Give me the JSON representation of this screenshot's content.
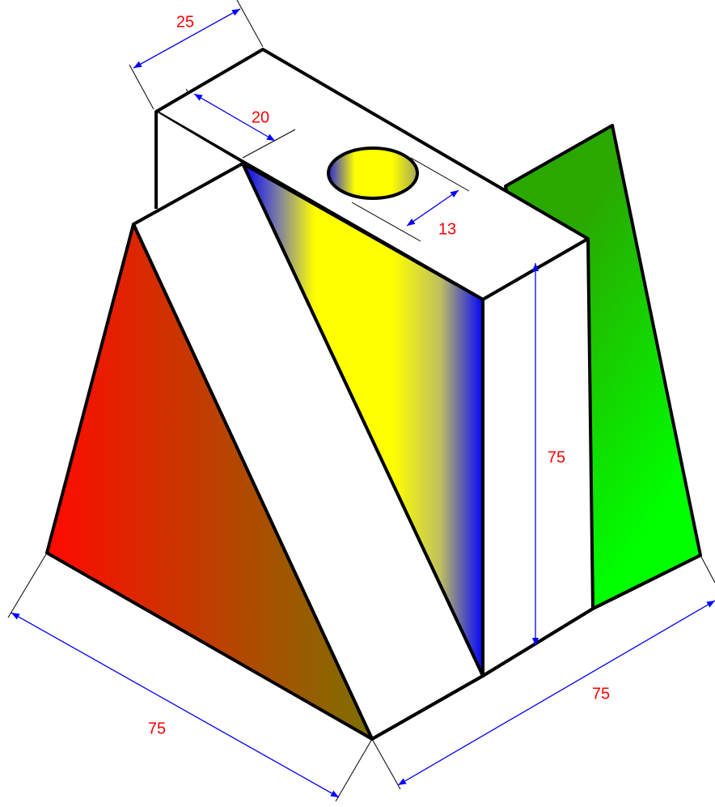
{
  "colors": {
    "outline": "#000000",
    "dimension_line": "#0000ff",
    "dimension_text": "#ff0000",
    "face_white": "#ffffff",
    "red_face_start": "#ff0000",
    "red_face_end": "#7a7a00",
    "yellow_face": "#ffff00",
    "blue_edge": "#0000ff",
    "green_face_start": "#22bb00",
    "green_face_end": "#00ff00"
  },
  "dimensions": {
    "top_depth": "25",
    "top_offset": "20",
    "hole_diameter": "13",
    "height": "75",
    "left_width": "75",
    "right_width": "75"
  }
}
